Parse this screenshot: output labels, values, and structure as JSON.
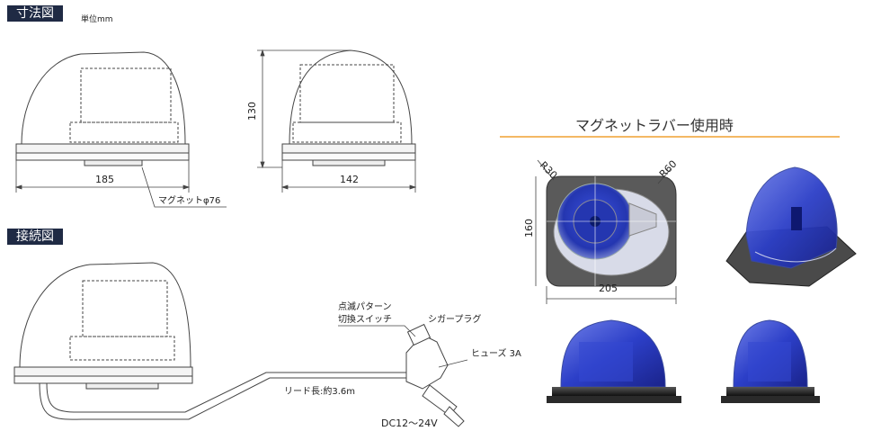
{
  "sections": {
    "dimensions": "寸法図",
    "unit": "単位mm",
    "connection": "接続図",
    "rubber": "マグネットラバー使用時"
  },
  "dimensions": {
    "width_side": "185",
    "width_front": "142",
    "height": "130",
    "magnet": "マグネットφ76"
  },
  "connection": {
    "switch_line1": "点滅パターン",
    "switch_line2": "切換スイッチ",
    "plug": "シガープラグ",
    "fuse": "ヒューズ 3A",
    "cord": "リード長:約3.6m",
    "voltage": "DC12～24V"
  },
  "rubber_dims": {
    "r30": "R30",
    "r60": "R60",
    "height": "160",
    "width": "205"
  },
  "colors": {
    "tag_bg": "#1f2a44",
    "accent_line": "#f0a030",
    "lens_blue": "#2c3fc8",
    "rubber": "#5a5a5a"
  }
}
